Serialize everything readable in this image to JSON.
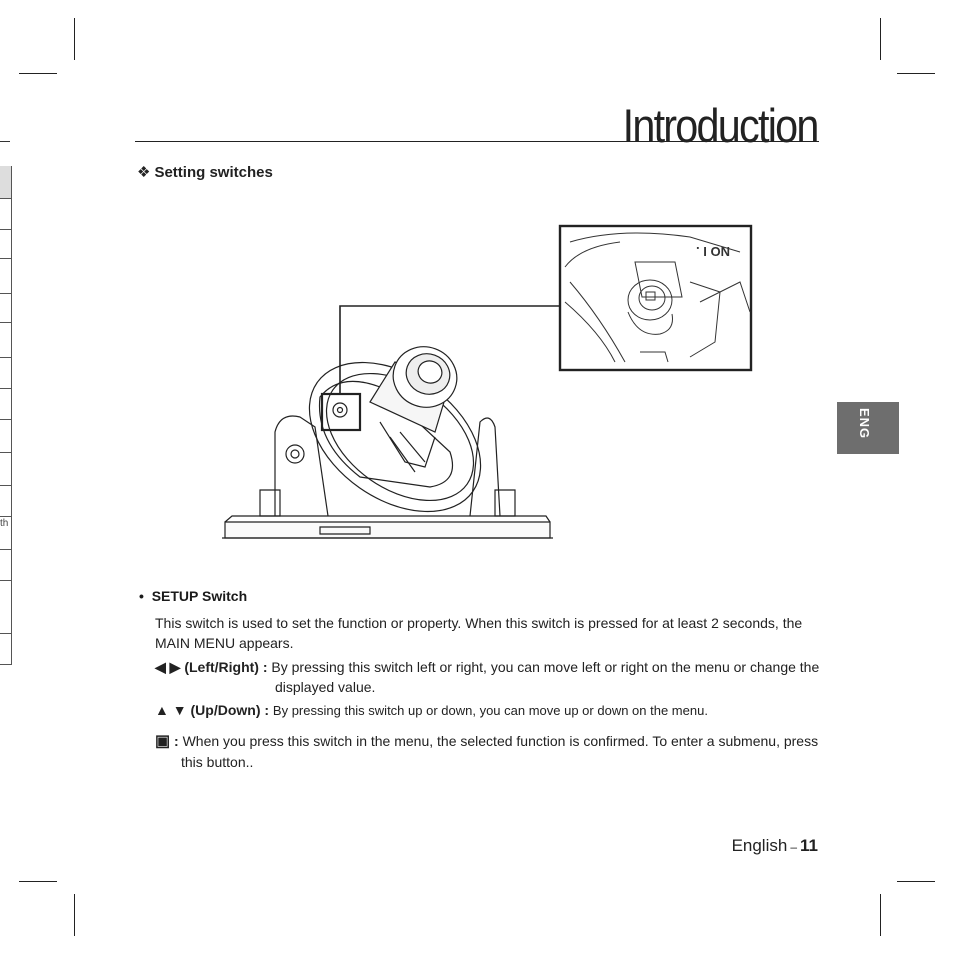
{
  "header": {
    "title": "Introduction"
  },
  "section": {
    "marker": "❖",
    "title": "Setting switches"
  },
  "side_tab": {
    "label": "ENG"
  },
  "left_tab_fragment": "th",
  "setup": {
    "bullet": "•",
    "heading": "SETUP Switch",
    "intro_line1": "This switch is used to set the function or property. When this switch is pressed for at least 2 seconds, the",
    "intro_line2": "MAIN MENU appears.",
    "left_right": {
      "arrows": "◀ ▶",
      "label": "(Left/Right) :",
      "text_line1": "By pressing this switch left or right, you can move left or right on the menu or change the",
      "text_line2": "displayed value."
    },
    "up_down": {
      "arrows": "▲ ▼",
      "label": "(Up/Down) :",
      "text": "By pressing this switch up or down, you can move up or down on the menu."
    },
    "select": {
      "symbol": "▣",
      "label": ":",
      "text_line1": "When you press this switch in the menu, the selected function is confirmed. To enter a submenu, press",
      "text_line2": "this button.."
    }
  },
  "footer": {
    "language": "English",
    "dash": "–",
    "page": "11"
  }
}
